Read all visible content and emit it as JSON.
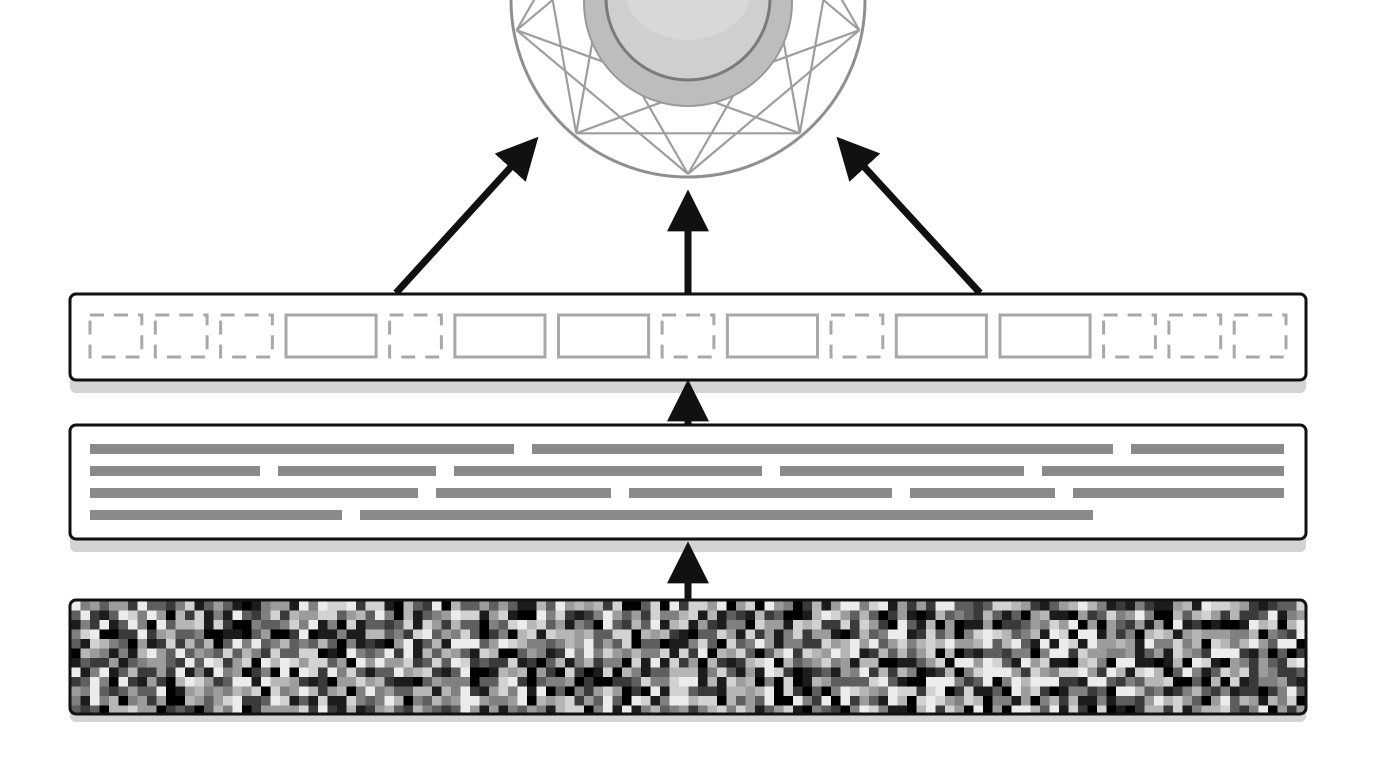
{
  "diagram": {
    "layers": [
      {
        "id": "noise-layer",
        "kind": "pixel-noise"
      },
      {
        "id": "text-layer",
        "kind": "text-lines"
      },
      {
        "id": "token-layer",
        "kind": "tokens"
      },
      {
        "id": "network-node",
        "kind": "circle-network"
      }
    ],
    "connections": [
      {
        "from": "noise-layer",
        "to": "text-layer"
      },
      {
        "from": "text-layer",
        "to": "token-layer"
      },
      {
        "from": "token-layer",
        "to": "network-node"
      },
      {
        "from": "token-layer",
        "to": "network-node"
      },
      {
        "from": "token-layer",
        "to": "network-node"
      }
    ],
    "token_pattern": [
      "dashed",
      "dashed",
      "dashed",
      "solid",
      "dashed",
      "solid",
      "solid",
      "dashed",
      "solid",
      "dashed",
      "solid",
      "solid",
      "dashed",
      "dashed",
      "dashed"
    ],
    "colors": {
      "outline": "#111111",
      "box_fill": "#ffffff",
      "shadow": "#d4d4d4",
      "line_gray": "#8a8a8a",
      "token_gray": "#a8a8a8",
      "circle_stroke": "#8f8f8f",
      "orb_outer": "#bdbdbd",
      "orb_inner": "#d0d0d0"
    }
  }
}
